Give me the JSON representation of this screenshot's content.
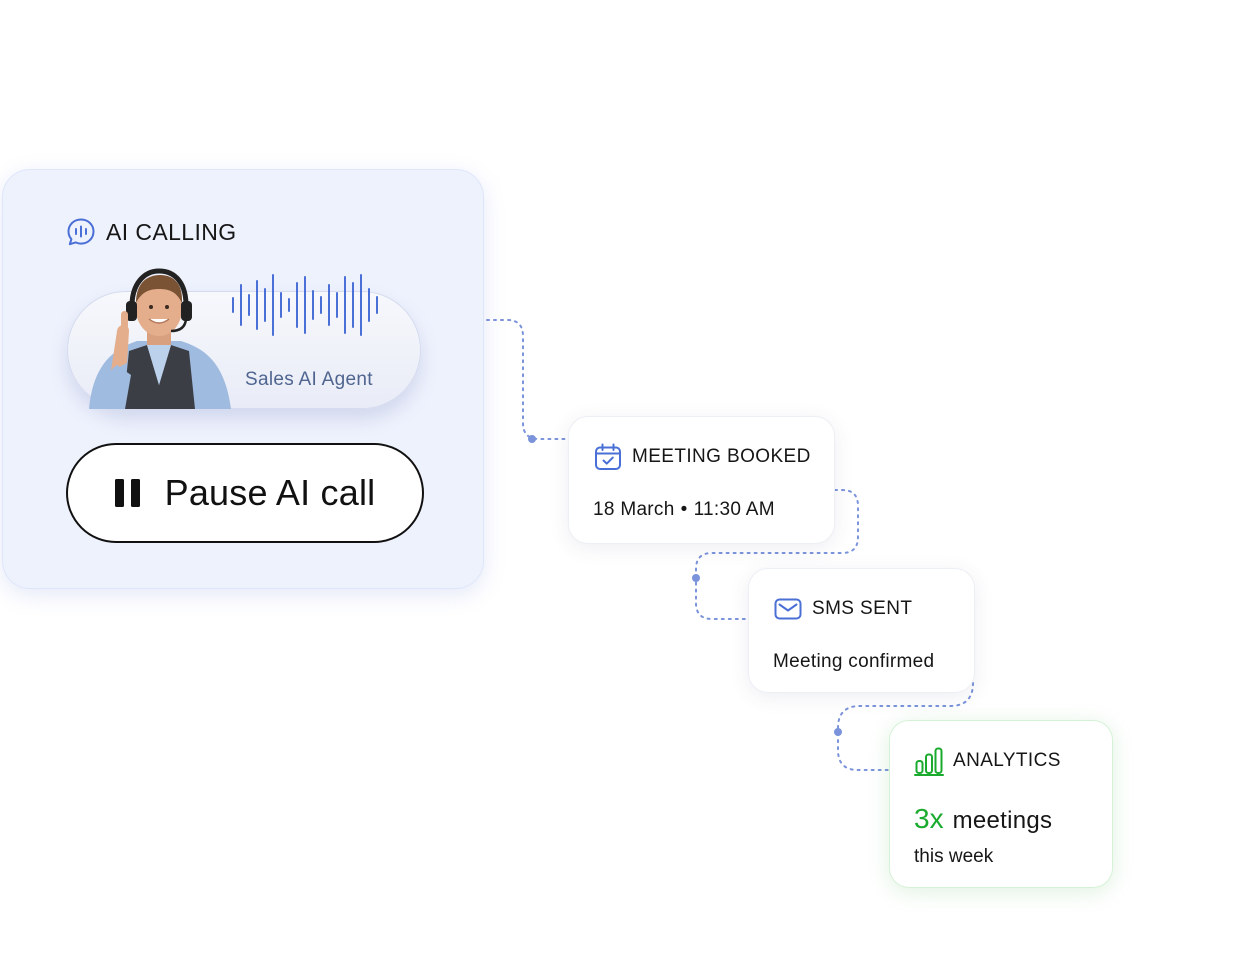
{
  "calling_card": {
    "title": "AI CALLING",
    "agent_label": "Sales AI Agent",
    "pause_button_label": "Pause AI call",
    "icons": [
      "voice-chat-icon",
      "pause-icon",
      "waveform"
    ]
  },
  "meeting_card": {
    "title": "MEETING BOOKED",
    "date": "18 March",
    "separator": "•",
    "time": "11:30 AM",
    "icon": "calendar-check-icon"
  },
  "sms_card": {
    "title": "SMS SENT",
    "text": "Meeting confirmed",
    "icon": "envelope-icon"
  },
  "analytics_card": {
    "title": "ANALYTICS",
    "multiplier": "3x",
    "metric": "meetings",
    "period": "this week",
    "icon": "bar-chart-icon"
  },
  "colors": {
    "accent_blue": "#4a6fd6",
    "connector_blue": "#7a93db",
    "highlight_green": "#1aab2e",
    "card_tint": "#eef2fd"
  }
}
